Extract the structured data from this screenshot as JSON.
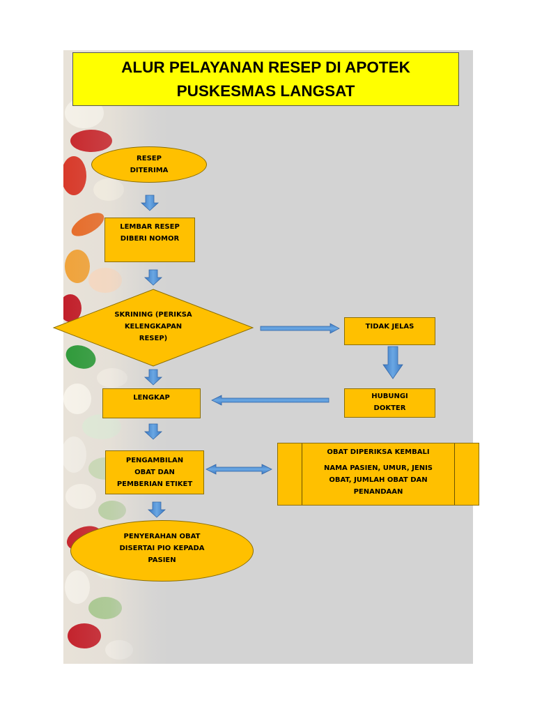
{
  "title": {
    "line1": "ALUR PELAYANAN RESEP DI APOTEK",
    "line2": "PUSKESMAS LANGSAT"
  },
  "nodes": {
    "resep_diterima": {
      "line1": "RESEP",
      "line2": "DITERIMA"
    },
    "lembar_resep": {
      "line1": "LEMBAR RESEP",
      "line2": "DIBERI NOMOR"
    },
    "skrining": {
      "line1": "SKRINING (PERIKSA",
      "line2": "KELENGKAPAN",
      "line3": "RESEP)"
    },
    "tidak_jelas": {
      "label": "TIDAK JELAS"
    },
    "hubungi_dokter": {
      "line1": "HUBUNGI",
      "line2": "DOKTER"
    },
    "lengkap": {
      "label": "LENGKAP"
    },
    "pengambilan": {
      "line1": "PENGAMBILAN",
      "line2": "OBAT DAN",
      "line3": "PEMBERIAN ETIKET"
    },
    "obat_diperiksa": {
      "heading": "OBAT DIPERIKSA KEMBALI",
      "line1": "NAMA PASIEN, UMUR, JENIS",
      "line2": "OBAT, JUMLAH OBAT DAN",
      "line3": "PENANDAAN"
    },
    "penyerahan": {
      "line1": "PENYERAHAN OBAT",
      "line2": "DISERTAI PIO KEPADA",
      "line3": "PASIEN"
    }
  },
  "colors": {
    "node_fill": "#ffc000",
    "title_fill": "#ffff00",
    "arrow_fill": "#5b9bd5",
    "background": "#d3d3d3"
  },
  "decoration": {
    "left_strip": "pills-photo"
  }
}
